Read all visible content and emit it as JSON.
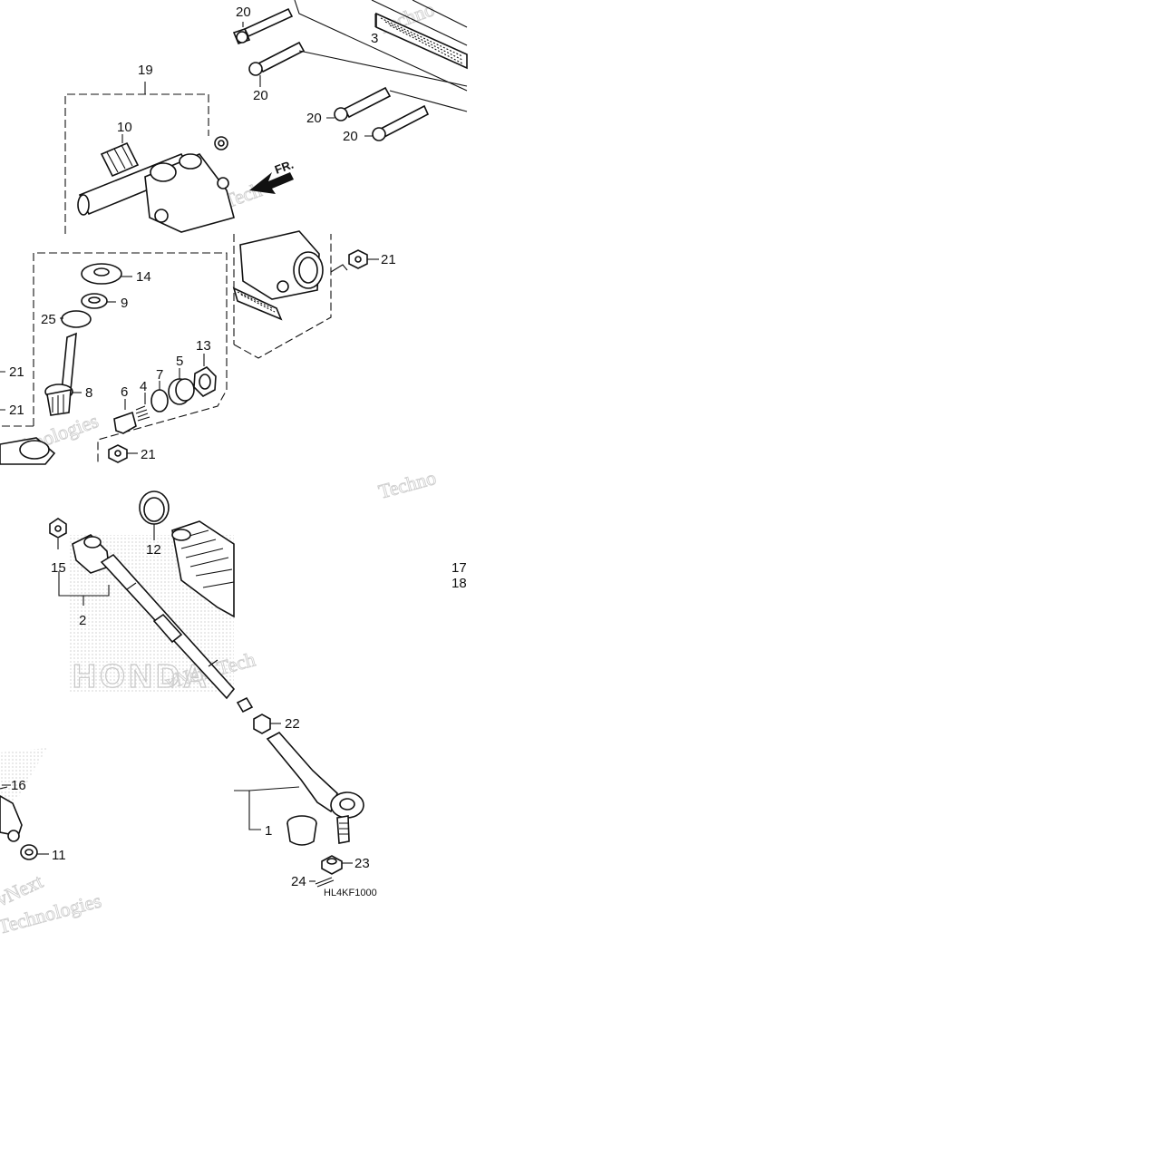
{
  "diagram": {
    "callouts": {
      "c1": "1",
      "c2": "2",
      "c3": "3",
      "c4": "4",
      "c5": "5",
      "c6": "6",
      "c7": "7",
      "c8": "8",
      "c9": "9",
      "c10": "10",
      "c11": "11",
      "c12": "12",
      "c13": "13",
      "c14": "14",
      "c15": "15",
      "c16": "16",
      "c17": "17",
      "c18": "18",
      "c19": "19",
      "c20": "20",
      "c21": "21",
      "c22": "22",
      "c23": "23",
      "c24": "24",
      "c25": "25"
    },
    "front_arrow_label": "FR.",
    "diagram_code": "HL4KF1000"
  },
  "colors": {
    "line": "#111111",
    "watermark": "#cfcfcf",
    "background": "#ffffff"
  }
}
